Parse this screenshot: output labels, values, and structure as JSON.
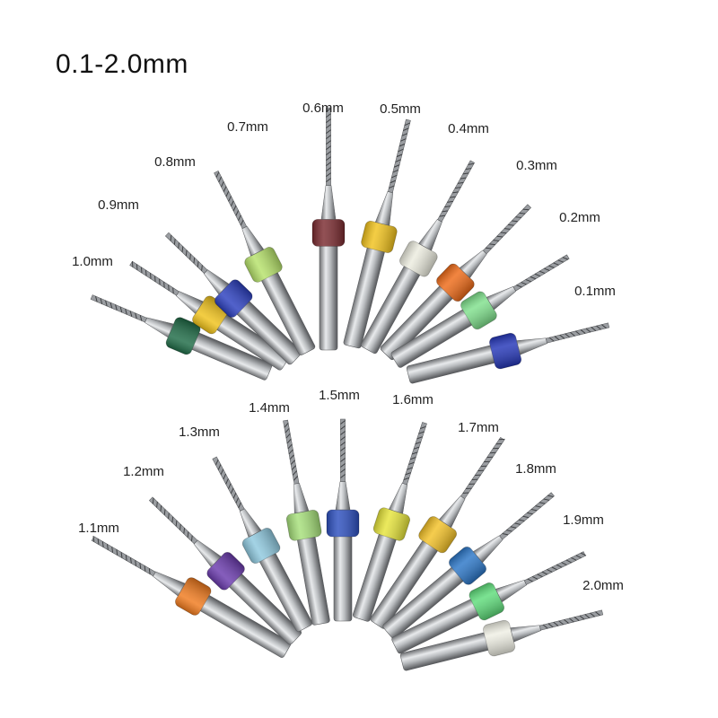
{
  "title": "0.1-2.0mm",
  "fan_top": [
    {
      "label": "1.0mm",
      "collar": "#1e6b46"
    },
    {
      "label": "0.9mm",
      "collar": "#f0c21a"
    },
    {
      "label": "0.8mm",
      "collar": "#2b3fbf"
    },
    {
      "label": "0.7mm",
      "collar": "#b6e26a"
    },
    {
      "label": "0.6mm",
      "collar": "#7a2a2f"
    },
    {
      "label": "0.5mm",
      "collar": "#f1c21c"
    },
    {
      "label": "0.4mm",
      "collar": "#ececdf"
    },
    {
      "label": "0.3mm",
      "collar": "#ee6a17"
    },
    {
      "label": "0.2mm",
      "collar": "#7fe08c"
    },
    {
      "label": "0.1mm",
      "collar": "#2436b8"
    }
  ],
  "fan_bottom": [
    {
      "label": "1.1mm",
      "collar": "#f07a1d"
    },
    {
      "label": "1.2mm",
      "collar": "#6a3aad"
    },
    {
      "label": "1.3mm",
      "collar": "#8fc9df"
    },
    {
      "label": "1.4mm",
      "collar": "#a6e07a"
    },
    {
      "label": "1.5mm",
      "collar": "#2c4fbf"
    },
    {
      "label": "1.6mm",
      "collar": "#e6e43a"
    },
    {
      "label": "1.7mm",
      "collar": "#f3c127"
    },
    {
      "label": "1.8mm",
      "collar": "#2b76c7"
    },
    {
      "label": "1.9mm",
      "collar": "#5edc7a"
    },
    {
      "label": "2.0mm",
      "collar": "#efefe4"
    }
  ]
}
